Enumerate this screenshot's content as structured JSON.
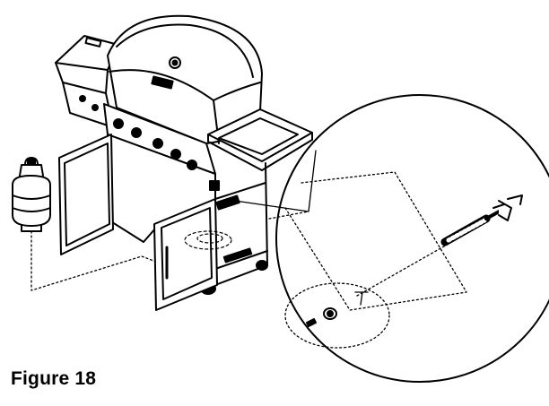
{
  "figure": {
    "caption": "Figure 18"
  },
  "colors": {
    "ink": "#000000",
    "paper": "#ffffff"
  },
  "icons": [
    "grill-drawing",
    "propane-tank-drawing",
    "magnifier-circle",
    "regulator-hose-drawing"
  ]
}
